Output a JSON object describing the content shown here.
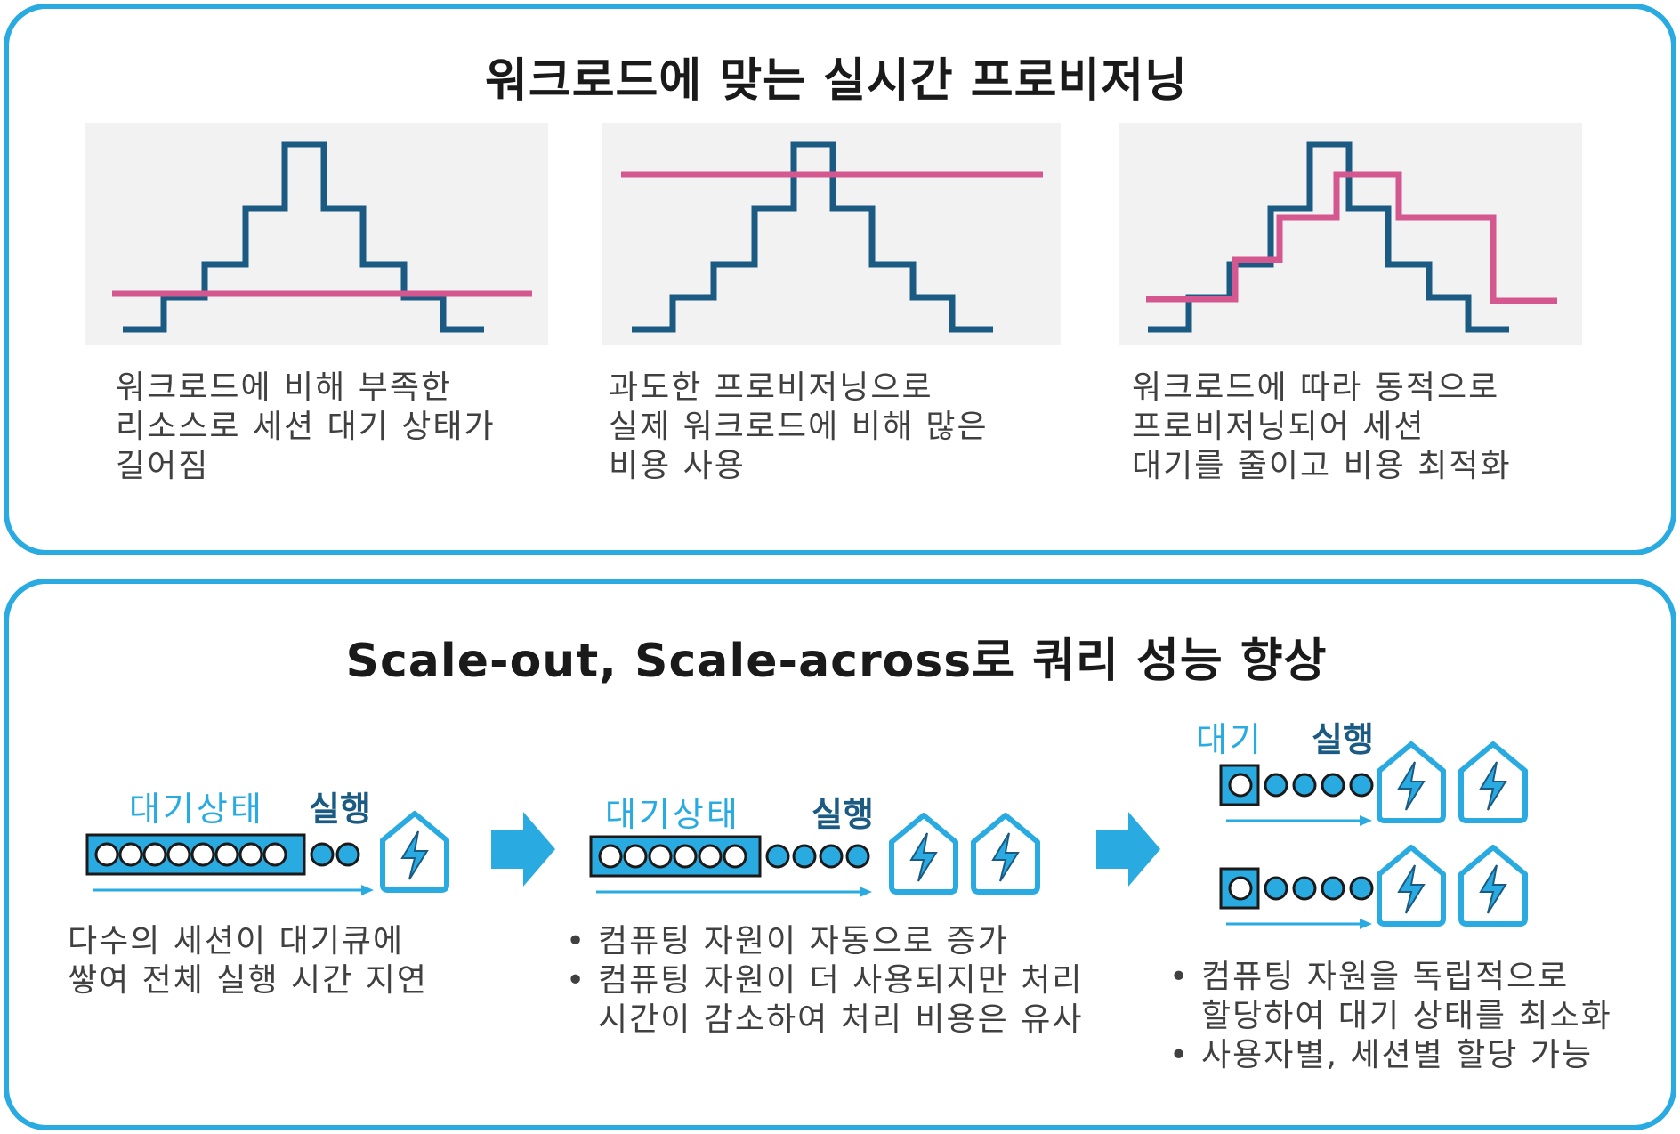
{
  "colors": {
    "border": "#29abe2",
    "chart_bg": "#f2f2f2",
    "workload_line": "#1b5a82",
    "provision_line": "#d4578f",
    "queue_fill": "#29abe2",
    "queue_border": "#1a1a1a"
  },
  "top": {
    "title": "워크로드에 맞는 실시간 프로비저닝",
    "panels": [
      {
        "caption": "워크로드에 비해  부족한\n리소스로 세션 대기 상태가\n길어짐"
      },
      {
        "caption": "과도한 프로비저닝으로\n실제 워크로드에 비해 많은\n비용 사용"
      },
      {
        "caption": "워크로드에 따라 동적으로\n프로비저닝되어 세션\n대기를 줄이고 비용 최적화"
      }
    ]
  },
  "bottom": {
    "title": "Scale-out, Scale-across로 쿼리 성능 향상",
    "left": {
      "wait_label": "대기상태",
      "run_label": "실행",
      "caption": "다수의 세션이 대기큐에\n쌓여 전체 실행 시간 지연",
      "queued": 8,
      "pending": 2,
      "servers": 1
    },
    "middle": {
      "wait_label": "대기상태",
      "run_label": "실행",
      "bullets": [
        "컴퓨팅 자원이 자동으로 증가",
        "컴퓨팅 자원이 더 사용되지만 처리\n시간이 감소하여 처리 비용은 유사"
      ],
      "queued": 6,
      "pending": 4,
      "servers": 2
    },
    "right": {
      "wait_label": "대기",
      "run_label": "실행",
      "bullets": [
        "컴퓨팅 자원을 독립적으로\n할당하여 대기 상태를 최소화",
        "사용자별, 세션별 할당 가능"
      ],
      "queued": 1,
      "pending": 4,
      "servers": 2
    }
  }
}
